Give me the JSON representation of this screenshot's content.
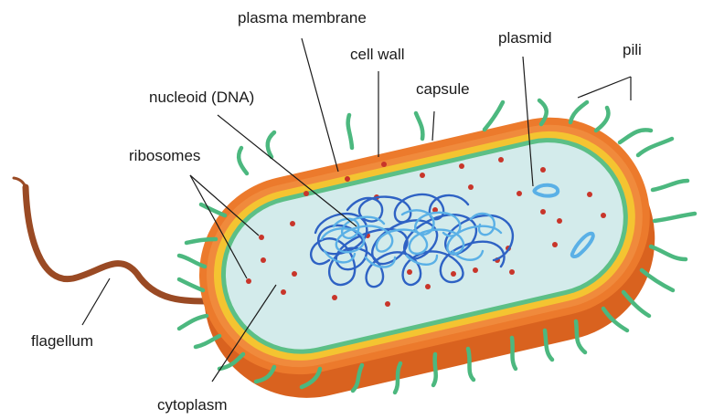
{
  "labels": {
    "plasma_membrane": "plasma membrane",
    "cell_wall": "cell wall",
    "plasmid": "plasmid",
    "pili": "pili",
    "nucleoid": "nucleoid (DNA)",
    "capsule": "capsule",
    "ribosomes": "ribosomes",
    "flagellum": "flagellum",
    "cytoplasm": "cytoplasm"
  },
  "colors": {
    "capsule_outer": "#d9621f",
    "capsule_light": "#f08a3c",
    "cell_wall": "#f4c431",
    "plasma_membrane": "#5cbf86",
    "cytoplasm": "#d3ebeb",
    "pili": "#4cb87f",
    "dna_dark": "#2e62c4",
    "dna_light": "#5ab0e6",
    "ribosome": "#c8352a",
    "flagellum": "#9a4a24"
  }
}
